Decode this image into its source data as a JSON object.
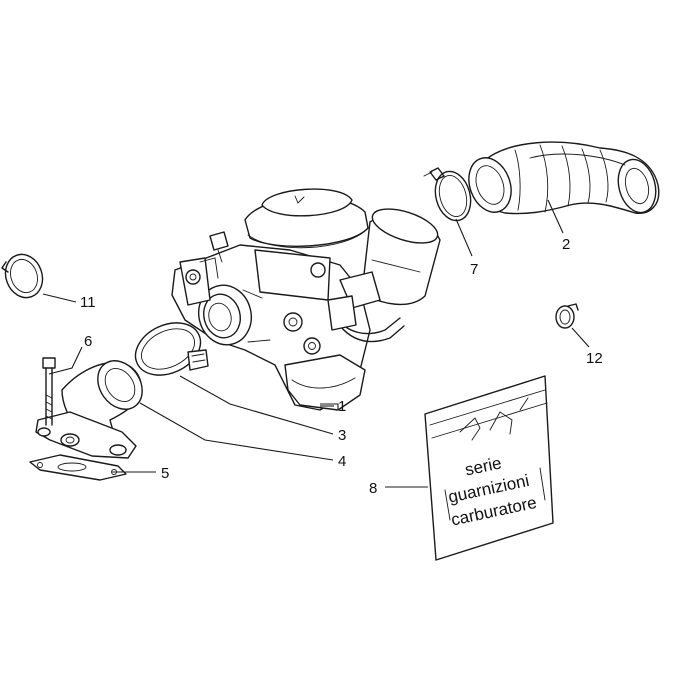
{
  "callouts": [
    {
      "id": "1",
      "text": "1",
      "part": "carburettor"
    },
    {
      "id": "2",
      "text": "2",
      "part": "air-intake-sleeve"
    },
    {
      "id": "3",
      "text": "3",
      "part": "hose-clamp"
    },
    {
      "id": "4",
      "text": "4",
      "part": "intake-manifold-rubber"
    },
    {
      "id": "5",
      "text": "5",
      "part": "manifold-gasket"
    },
    {
      "id": "6",
      "text": "6",
      "part": "screw"
    },
    {
      "id": "7",
      "text": "7",
      "part": "clamp"
    },
    {
      "id": "8",
      "text": "8",
      "part": "gasket-kit-bag"
    },
    {
      "id": "11",
      "text": "11",
      "part": "small-clamp"
    },
    {
      "id": "12",
      "text": "12",
      "part": "clip"
    }
  ],
  "bag_label": {
    "line1": "serie",
    "line2": "guarnizioni",
    "line3": "carburatore"
  },
  "colors": {
    "line": "#1a1a1a",
    "background": "#ffffff"
  }
}
